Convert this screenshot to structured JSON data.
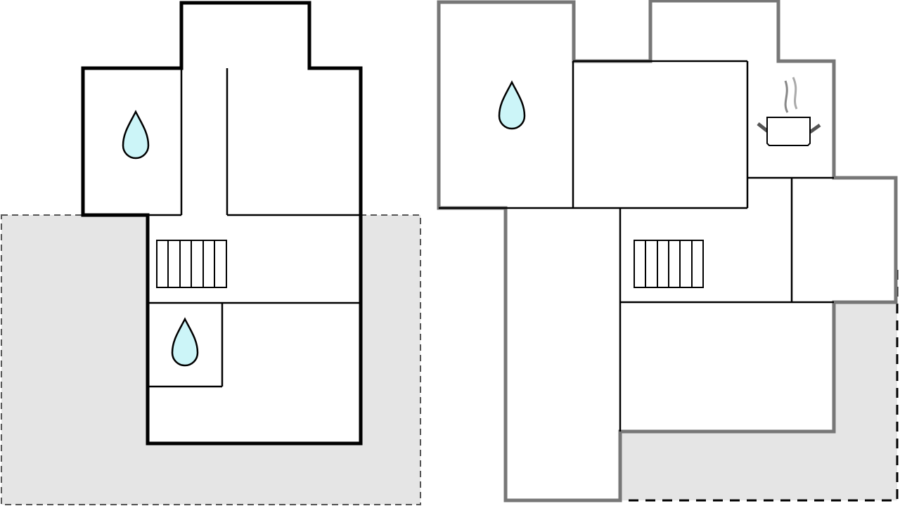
{
  "diagram": {
    "type": "floor-plan",
    "floors": [
      {
        "name": "floor-1",
        "icons": [
          "water-drop-icon",
          "water-drop-icon",
          "stairs-icon"
        ]
      },
      {
        "name": "floor-2",
        "icons": [
          "water-drop-icon",
          "stairs-icon",
          "cooking-pot-icon"
        ]
      }
    ]
  },
  "colors": {
    "wall_floor1": "#000000",
    "wall_floor2": "#777777",
    "interior_wall": "#000000",
    "outdoor_area": "#e5e5e5",
    "water_drop": "#ccf5f8"
  }
}
